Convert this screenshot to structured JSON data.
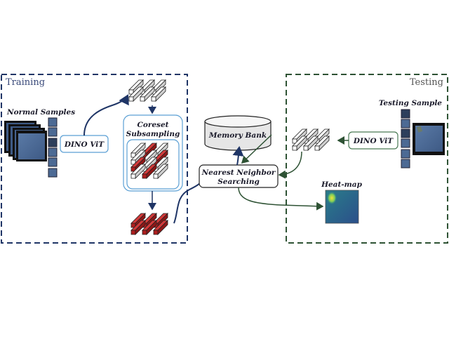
{
  "sections": {
    "training": {
      "label": "Training",
      "color": "#1f3566"
    },
    "testing": {
      "label": "Testing",
      "color": "#2e5234"
    }
  },
  "training": {
    "normal_samples_label": "Normal Samples",
    "dino_label": "DINO ViT",
    "coreset_label_line1": "Coreset",
    "coreset_label_line2": "Subsampling"
  },
  "center": {
    "memory_bank_label": "Memory Bank",
    "nn_label_line1": "Nearest Neighbor",
    "nn_label_line2": "Searching"
  },
  "testing": {
    "testing_sample_label": "Testing Sample",
    "dino_label": "DINO ViT",
    "heatmap_label": "Heat-map"
  },
  "colors": {
    "training_arrow": "#1f3566",
    "testing_arrow": "#2e5234",
    "box_border_blue": "#5a9fd4",
    "box_border_green": "#4a7a55",
    "selected_patch": "#b01e1e",
    "sample_blue": "#4c6a94"
  }
}
